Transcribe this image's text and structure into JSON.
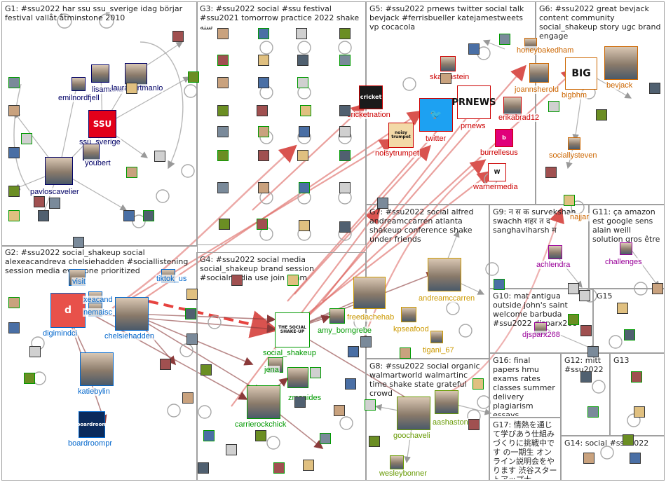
{
  "groups": [
    {
      "id": "g1",
      "title": "G1: #ssu2022 har ssu ssu_sverige idag börjar festival vallåt åtminstone 2010"
    },
    {
      "id": "g3",
      "title": "G3: #ssu2022 social #ssu festival #ssu2021 tomorrow practice 2022 shake سنه"
    },
    {
      "id": "g5",
      "title": "G5: #ssu2022 prnews twitter social talk bevjack #ferrisbueller katejamestweets vp cocacola"
    },
    {
      "id": "g6",
      "title": "G6: #ssu2022 great bevjack content community social_shakeup story ugc brand engage"
    },
    {
      "id": "g2",
      "title": "G2: #ssu2022 social_shakeup social alexeacandreva chelsiehadden #sociallistening session media everyone prioritized"
    },
    {
      "id": "g4",
      "title": "G4: #ssu2022 social media social_shakeup brand session #socialmedia use join team"
    },
    {
      "id": "g7",
      "title": "G7: #ssu2022 social alfred andreamccarren atlanta shakeup conference shake under friends"
    },
    {
      "id": "g9",
      "title": "G9: न स क survekshan swachh शहर त द sanghaviharsh म"
    },
    {
      "id": "g11",
      "title": "G11: ça amazon est google sens alain weill solution gros être"
    },
    {
      "id": "g10",
      "title": "G10: mat antigua outside john's saint welcome barbuda #ssu2022 djsparx268"
    },
    {
      "id": "g15",
      "title": "G15"
    },
    {
      "id": "g8",
      "title": "G8: #ssu2022 social organic walmartworld walmartinc time shake state grateful crowd"
    },
    {
      "id": "g16",
      "title": "G16: final papers hmu exams rates classes summer delivery plagiarism essays"
    },
    {
      "id": "g12",
      "title": "G12: mitt #ssu2022"
    },
    {
      "id": "g13",
      "title": "G13"
    },
    {
      "id": "g17",
      "title": "G17: 情熱を通じて学びあう仕組みづくりに挑戦中です の一期生 オンライン説明会をやります 渋谷スタートアップ大..."
    },
    {
      "id": "g14",
      "title": "G14: social #ssu2022"
    }
  ],
  "nodes": [
    {
      "id": "lisamaria",
      "label": "lisamaria",
      "color": "#000066"
    },
    {
      "id": "emilnordfjell",
      "label": "emilnordfjell",
      "color": "#000066"
    },
    {
      "id": "laurahartmanlo",
      "label": "laurahartmanlo",
      "color": "#000066"
    },
    {
      "id": "ssu_sverige",
      "label": "ssu_sverige",
      "color": "#000066",
      "icon": "SSU",
      "icon_bg": "#e2001a"
    },
    {
      "id": "youbert",
      "label": "youbert",
      "color": "#000066"
    },
    {
      "id": "pavloscavelier",
      "label": "pavloscavelier",
      "color": "#000066"
    },
    {
      "id": "cricketnation",
      "label": "cricketnation",
      "color": "#cc0000",
      "icon": "cricket",
      "icon_bg": "#1a1a1a"
    },
    {
      "id": "noisytrumpet",
      "label": "noisytrumpet",
      "color": "#cc0000",
      "icon": "noisy trumpet",
      "icon_bg": "#f3d9a7"
    },
    {
      "id": "twitter",
      "label": "twitter",
      "color": "#cc0000",
      "icon": "🐦",
      "icon_bg": "#1da1f2"
    },
    {
      "id": "prnews",
      "label": "prnews",
      "color": "#cc0000",
      "icon": "PRNEWS",
      "icon_bg": "#ffffff"
    },
    {
      "id": "skarenstein",
      "label": "skarenstein",
      "color": "#cc0000"
    },
    {
      "id": "erikabrad12",
      "label": "erikabrad12",
      "color": "#cc0000"
    },
    {
      "id": "burrellesus",
      "label": "burrellesus",
      "color": "#cc0000",
      "icon": "b",
      "icon_bg": "#e0007a"
    },
    {
      "id": "warnermedia",
      "label": "warnermedia",
      "color": "#cc0000",
      "icon": "W",
      "icon_bg": "#ffffff"
    },
    {
      "id": "honeybakedham",
      "label": "honeybakedham",
      "color": "#cc6600"
    },
    {
      "id": "joannsherold",
      "label": "joannsherold",
      "color": "#cc6600"
    },
    {
      "id": "bigbhm",
      "label": "bigbhm",
      "color": "#cc6600",
      "icon": "BIG",
      "icon_bg": "#ffffff"
    },
    {
      "id": "bevjack",
      "label": "bevjack",
      "color": "#cc6600"
    },
    {
      "id": "sociallysteven",
      "label": "sociallysteven",
      "color": "#cc6600"
    },
    {
      "id": "digimindci",
      "label": "digimindci",
      "color": "#0066cc",
      "icon": "d",
      "icon_bg": "#e8514a"
    },
    {
      "id": "chelsiehadden",
      "label": "chelsiehadden",
      "color": "#0066cc"
    },
    {
      "id": "katiebylin",
      "label": "katiebylin",
      "color": "#0066cc"
    },
    {
      "id": "boardroompr",
      "label": "boardroompr",
      "color": "#0066cc",
      "icon": "boardroom",
      "icon_bg": "#0a2a5c"
    },
    {
      "id": "tiktok_us",
      "label": "tiktok_us",
      "color": "#0066cc"
    },
    {
      "id": "visit",
      "label": "visit",
      "color": "#0066cc"
    },
    {
      "id": "alexeacand",
      "label": "xeacand",
      "color": "#0066cc"
    },
    {
      "id": "nemaisc",
      "label": "nemaisc",
      "color": "#0066cc"
    },
    {
      "id": "social_shakeup",
      "label": "social_shakeup",
      "color": "#009900",
      "icon": "THE SOCIAL SHAKE-UP",
      "icon_bg": "#ffffff"
    },
    {
      "id": "amy_borngrebe",
      "label": "amy_borngrebe",
      "color": "#009900"
    },
    {
      "id": "jena",
      "label": "jena",
      "color": "#009900"
    },
    {
      "id": "zmonides",
      "label": "zmonides",
      "color": "#009900"
    },
    {
      "id": "carrierockchick",
      "label": "carrierockchick",
      "color": "#009900"
    },
    {
      "id": "freedachehab",
      "label": "freedachehab",
      "color": "#cc9900"
    },
    {
      "id": "andreamccarren",
      "label": "andreamccarren",
      "color": "#cc9900"
    },
    {
      "id": "kpseafood",
      "label": "kpseafood",
      "color": "#cc9900"
    },
    {
      "id": "tigani_67",
      "label": "tigani_67",
      "color": "#cc9900"
    },
    {
      "id": "achlendra",
      "label": "achlendra",
      "color": "#990099"
    },
    {
      "id": "challenges",
      "label": "challenges",
      "color": "#990099"
    },
    {
      "id": "djsparx268",
      "label": "djsparx268",
      "color": "#990099"
    },
    {
      "id": "goochaveli",
      "label": "goochaveli",
      "color": "#669900"
    },
    {
      "id": "aashaston",
      "label": "aashaston",
      "color": "#669900"
    },
    {
      "id": "wesleybonner",
      "label": "wesleybonner",
      "color": "#669900"
    }
  ],
  "extra_labels": [
    {
      "id": "najjar",
      "text": "najjar",
      "color": "#cc6600"
    }
  ]
}
